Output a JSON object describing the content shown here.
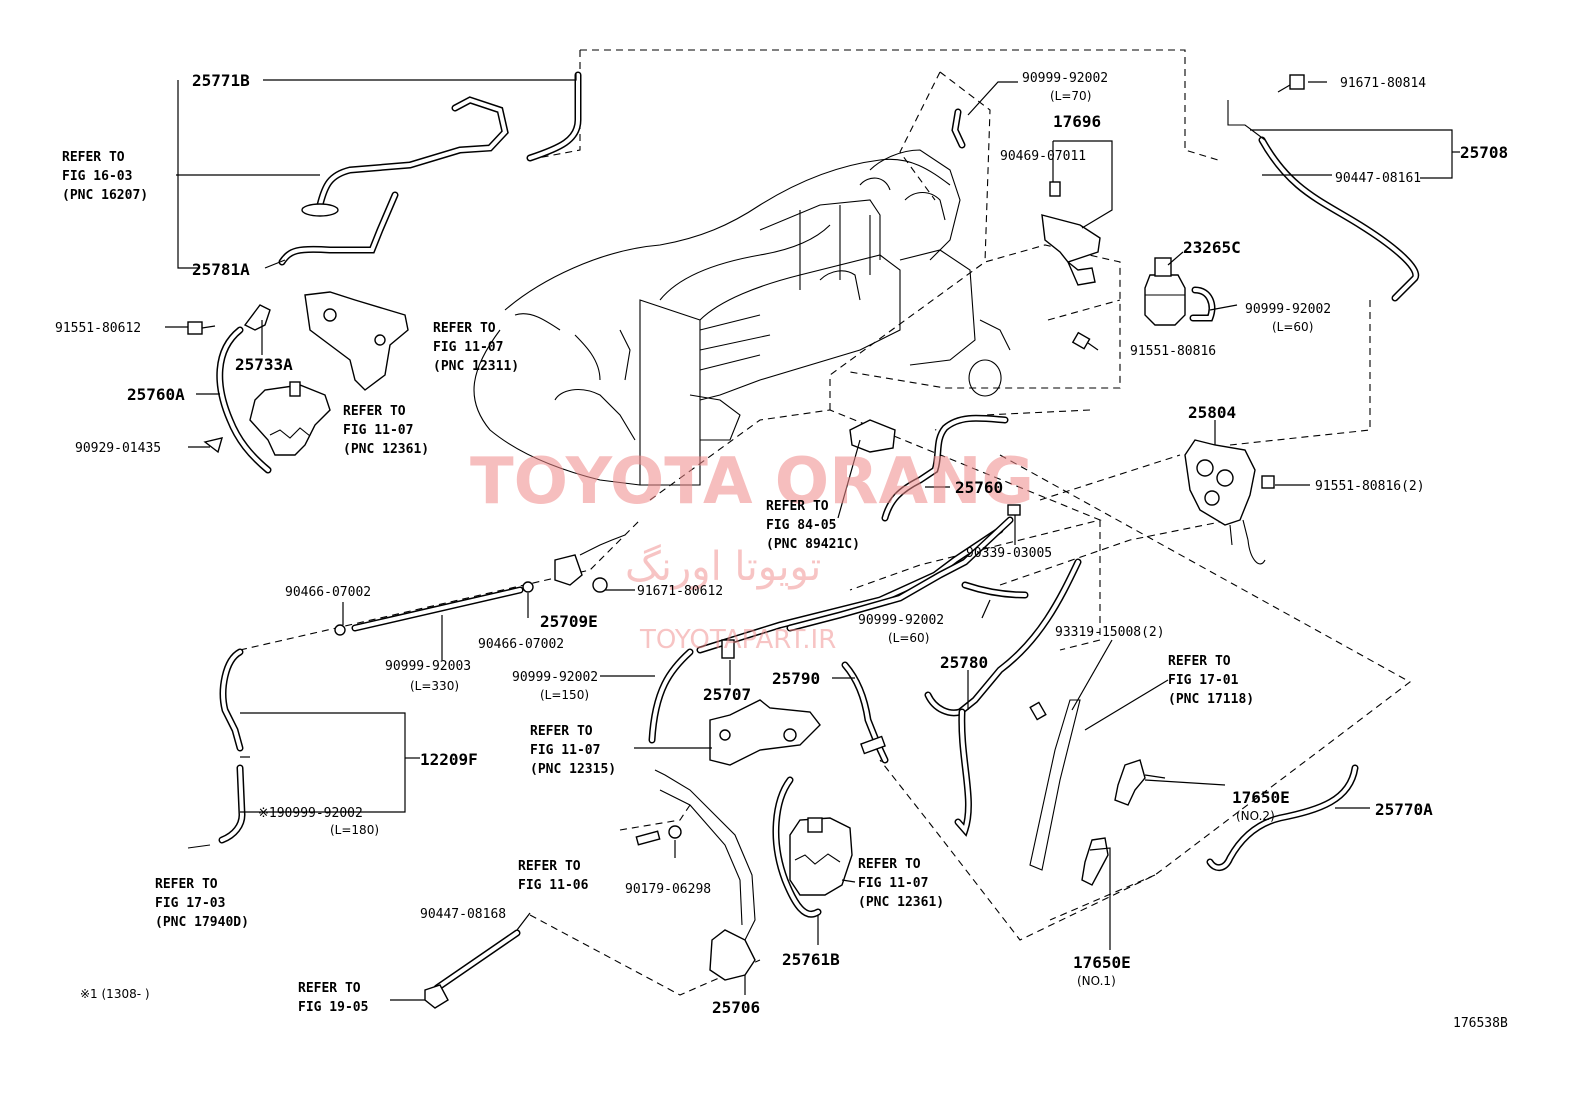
{
  "watermark": {
    "brand": "TOYOTA ORANG",
    "persian": "تویوتا اورنگ",
    "site": "TOYOTAPART.IR"
  },
  "figure_code": "176538B",
  "footnote": "※1 (1308-      )",
  "labels": {
    "p25771B": "25771B",
    "p25781A": "25781A",
    "p91551_80612": "91551-80612",
    "p25733A": "25733A",
    "p25760A": "25760A",
    "p90929_01435": "90929-01435",
    "p90999_92002_a": "90999-92002",
    "p90999_92002_a_len": "(L=70)",
    "p17696": "17696",
    "p90469_07011": "90469-07011",
    "p23265C": "23265C",
    "p90999_92002_b": "90999-92002",
    "p90999_92002_b_len": "(L=60)",
    "p91551_80816": "91551-80816",
    "p91671_80814": "91671-80814",
    "p25708": "25708",
    "p90447_08161": "90447-08161",
    "p25804": "25804",
    "p91551_80816_2": "91551-80816(2)",
    "p25760": "25760",
    "p90339_03005": "90339-03005",
    "p90999_92002_c": "90999-92002",
    "p90999_92002_c_len": "(L=60)",
    "p93319_15008": "93319-15008(2)",
    "p25780": "25780",
    "p90466_07002_a": "90466-07002",
    "p90466_07002_b": "90466-07002",
    "p25709E": "25709E",
    "p91671_80612": "91671-80612",
    "p90999_92003": "90999-92003",
    "p90999_92003_len": "(L=330)",
    "p90999_92002_d": "90999-92002",
    "p90999_92002_d_len": "(L=150)",
    "p25707": "25707",
    "p25790": "25790",
    "p12209F": "12209F",
    "p90999_92002_e": "※190999-92002",
    "p90999_92002_e_len": "(L=180)",
    "p90179_06298": "90179-06298",
    "p25761B": "25761B",
    "p17650E_2": "17650E",
    "p17650E_2_no": "(NO.2)",
    "p25770A": "25770A",
    "p17650E_1": "17650E",
    "p17650E_1_no": "(NO.1)",
    "p90447_08168": "90447-08168",
    "p25706": "25706"
  },
  "refs": {
    "r1": [
      "REFER TO",
      "FIG 16-03",
      "(PNC 16207)"
    ],
    "r2": [
      "REFER TO",
      "FIG 11-07",
      "(PNC 12311)"
    ],
    "r3": [
      "REFER TO",
      "FIG 11-07",
      "(PNC 12361)"
    ],
    "r4": [
      "REFER TO",
      "FIG 84-05",
      "(PNC 89421C)"
    ],
    "r5": [
      "REFER TO",
      "FIG 17-01",
      "(PNC 17118)"
    ],
    "r6": [
      "REFER TO",
      "FIG 11-07",
      "(PNC 12315)"
    ],
    "r7": [
      "REFER TO",
      "FIG 17-03",
      "(PNC 17940D)"
    ],
    "r8": [
      "REFER TO",
      "FIG 11-06"
    ],
    "r9": [
      "REFER TO",
      "FIG 11-07",
      "(PNC 12361)"
    ],
    "r10": [
      "REFER TO",
      "FIG 19-05"
    ]
  }
}
